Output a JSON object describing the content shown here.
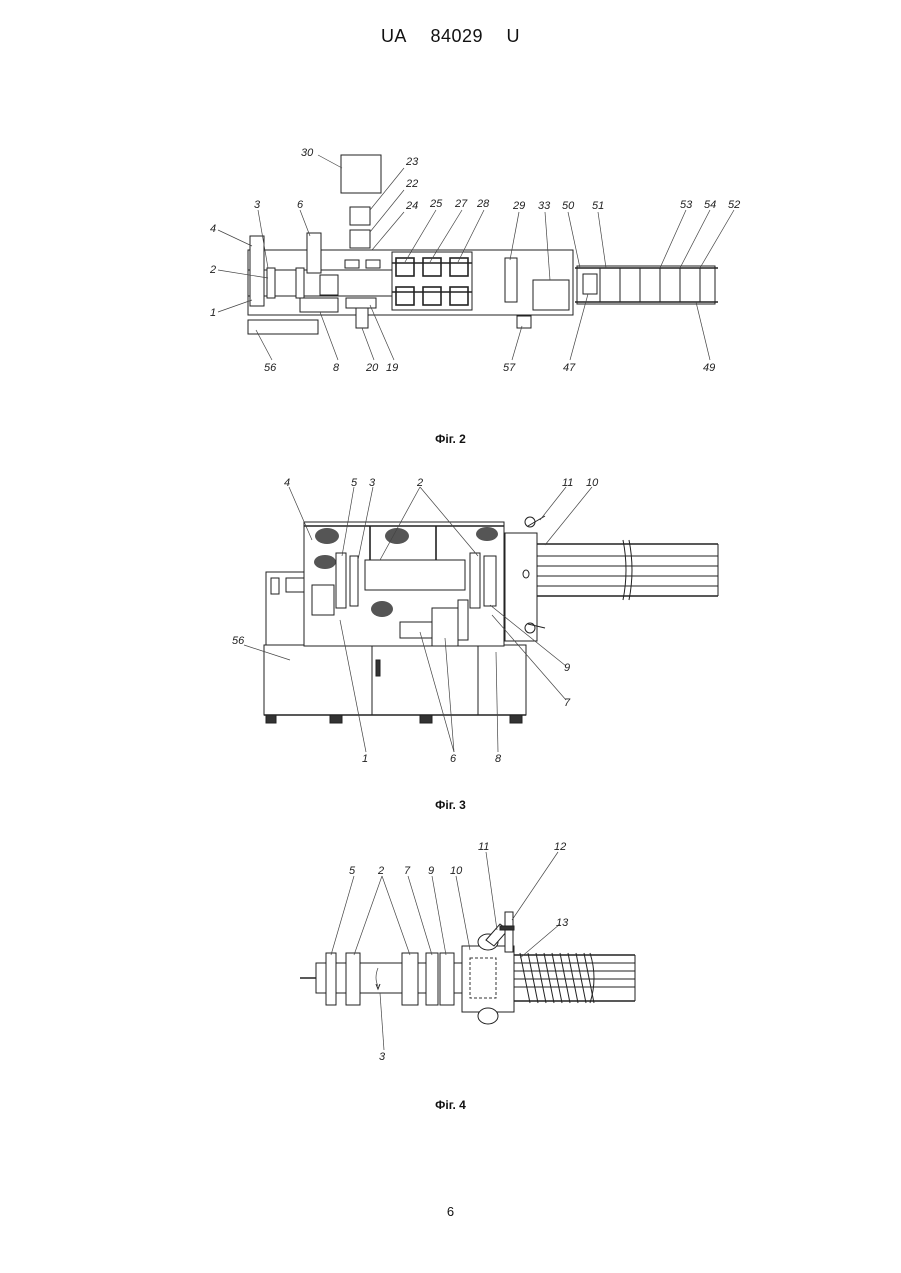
{
  "header": {
    "office": "UA",
    "number": "84029",
    "kind": "U"
  },
  "figures": [
    {
      "caption": "Фіг. 2",
      "labels": [
        "30",
        "23",
        "22",
        "24",
        "25",
        "27",
        "28",
        "29",
        "33",
        "50",
        "51",
        "53",
        "54",
        "52",
        "3",
        "6",
        "4",
        "2",
        "1",
        "56",
        "8",
        "20",
        "19",
        "57",
        "47",
        "49"
      ]
    },
    {
      "caption": "Фіг. 3",
      "labels": [
        "4",
        "5",
        "3",
        "2",
        "11",
        "10",
        "56",
        "1",
        "6",
        "8",
        "7",
        "9"
      ]
    },
    {
      "caption": "Фіг. 4",
      "labels": [
        "11",
        "12",
        "5",
        "2",
        "7",
        "9",
        "10",
        "13",
        "3"
      ]
    }
  ],
  "page_number": "6"
}
